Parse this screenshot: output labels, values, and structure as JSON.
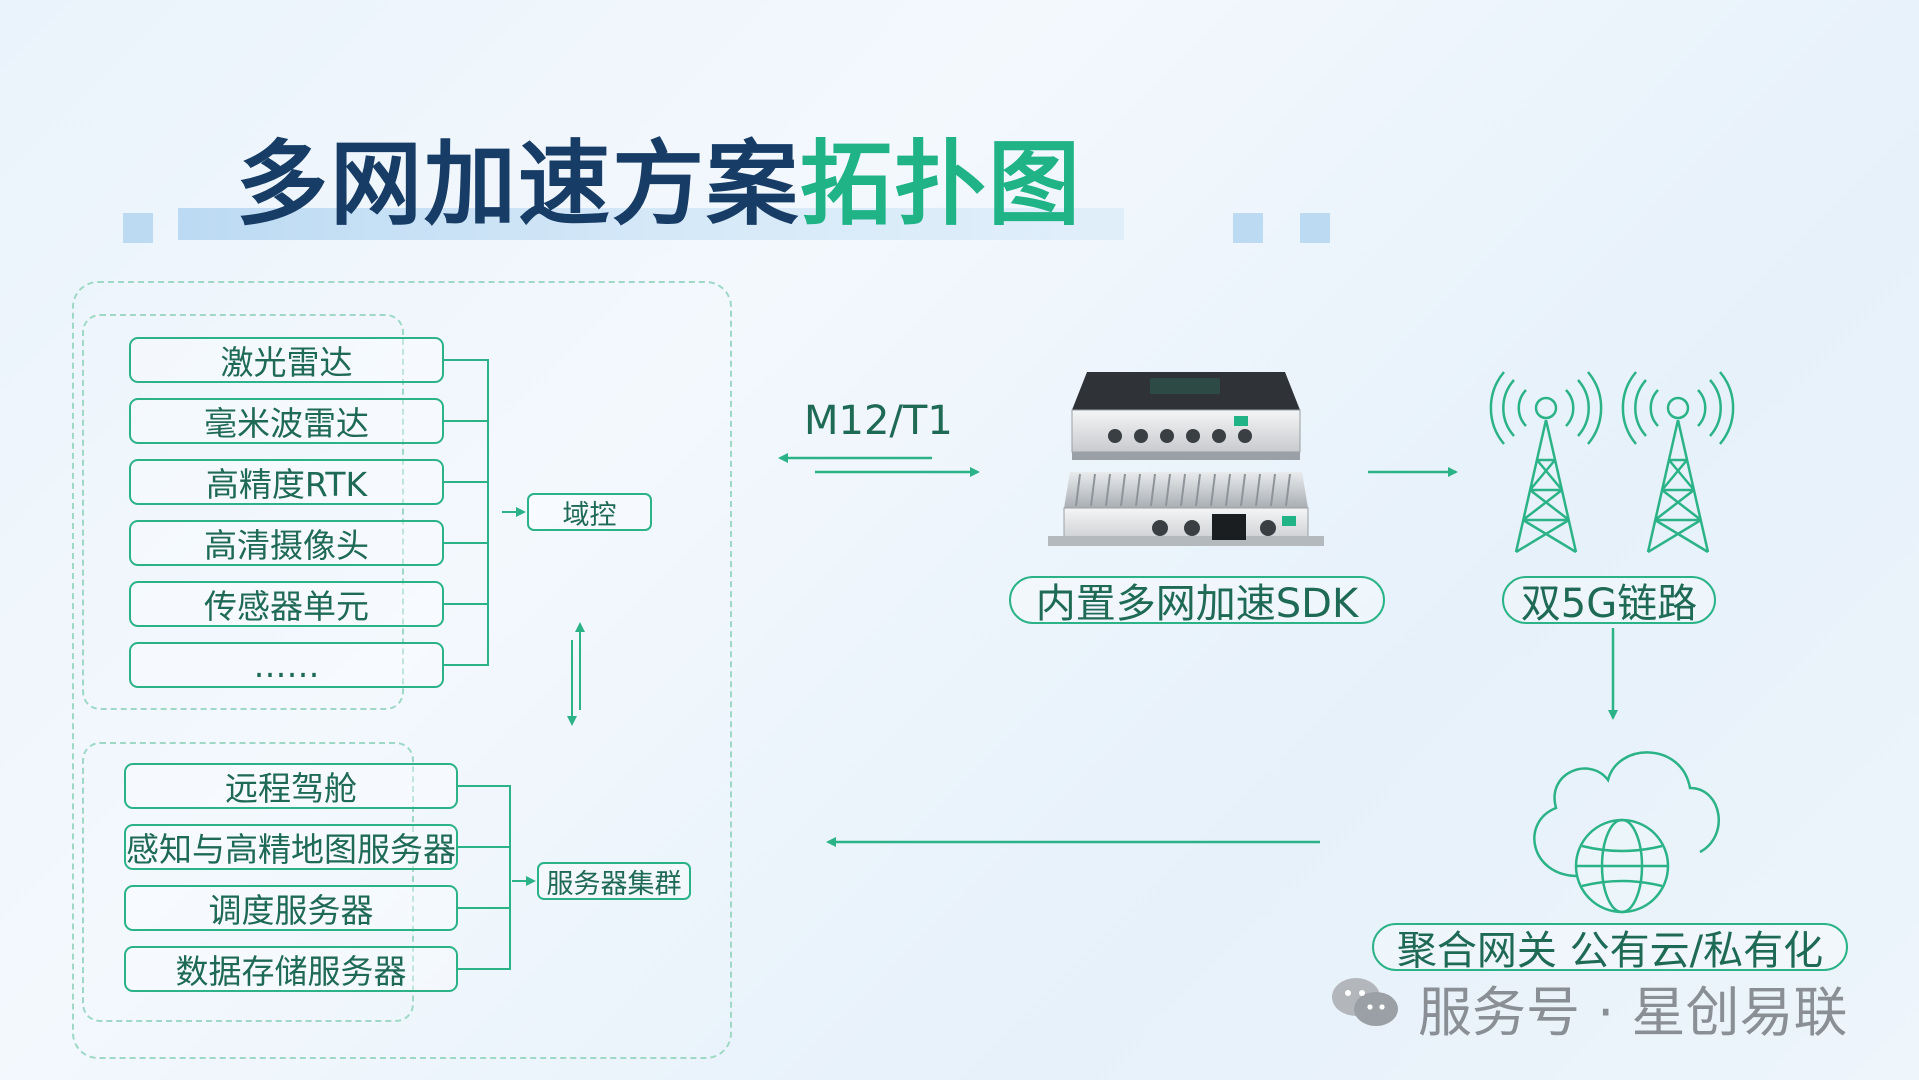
{
  "title": {
    "part1": "多网加速方案",
    "part2": "拓扑图"
  },
  "sensors": [
    "激光雷达",
    "毫米波雷达",
    "高精度RTK",
    "高清摄像头",
    "传感器单元",
    "……"
  ],
  "domain_control": "域控",
  "servers": [
    "远程驾舱",
    "感知与高精地图服务器",
    "调度服务器",
    "数据存储服务器"
  ],
  "server_cluster": "服务器集群",
  "link_label": "M12/T1",
  "device_label": "内置多网加速SDK",
  "dual5g_label": "双5G链路",
  "gateway_label": "聚合网关 公有云/私有化",
  "watermark": "服务号 · 星创易联",
  "colors": {
    "accent": "#2bb387",
    "title_dark": "#173d66",
    "title_green": "#1fb386"
  }
}
